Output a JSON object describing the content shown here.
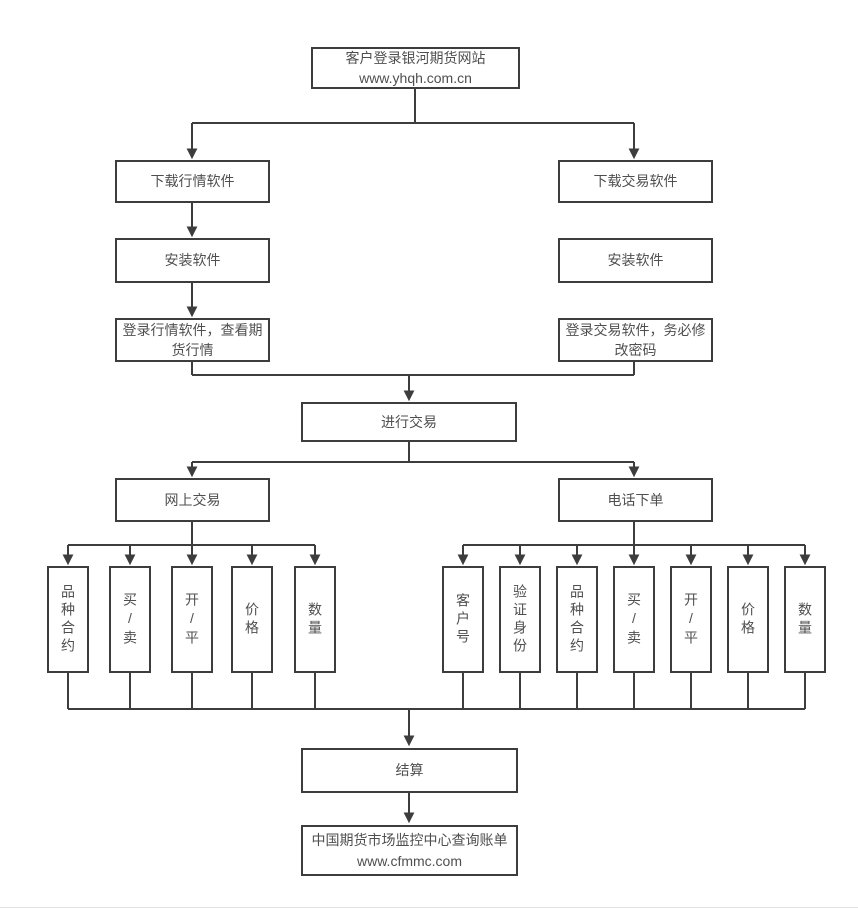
{
  "flowchart": {
    "nodes": {
      "login_site": {
        "line1": "客户登录银河期货网站",
        "line2": "www.yhqh.com.cn"
      },
      "download_quote": {
        "label": "下载行情软件"
      },
      "download_trade": {
        "label": "下载交易软件"
      },
      "install_quote": {
        "label": "安装软件"
      },
      "install_trade": {
        "label": "安装软件"
      },
      "login_quote": {
        "label": "登录行情软件，查看期货行情"
      },
      "login_trade": {
        "label": "登录交易软件，务必修改密码"
      },
      "do_trade": {
        "label": "进行交易"
      },
      "web_trade": {
        "label": "网上交易"
      },
      "phone_order": {
        "label": "电话下单"
      },
      "settle": {
        "label": "结算"
      },
      "monitor": {
        "line1": "中国期货市场监控中心查询账单",
        "line2": "www.cfmmc.com"
      }
    },
    "web_trade_fields": [
      "品种合约",
      "买/卖",
      "开/平",
      "价格",
      "数量"
    ],
    "phone_order_fields": [
      "客户号",
      "验证身份",
      "品种合约",
      "买/卖",
      "开/平",
      "价格",
      "数量"
    ],
    "colors": {
      "line": "#3d3d3d",
      "border": "#3d3d3d",
      "text": "#4f4f4f",
      "background": "#ffffff"
    }
  }
}
